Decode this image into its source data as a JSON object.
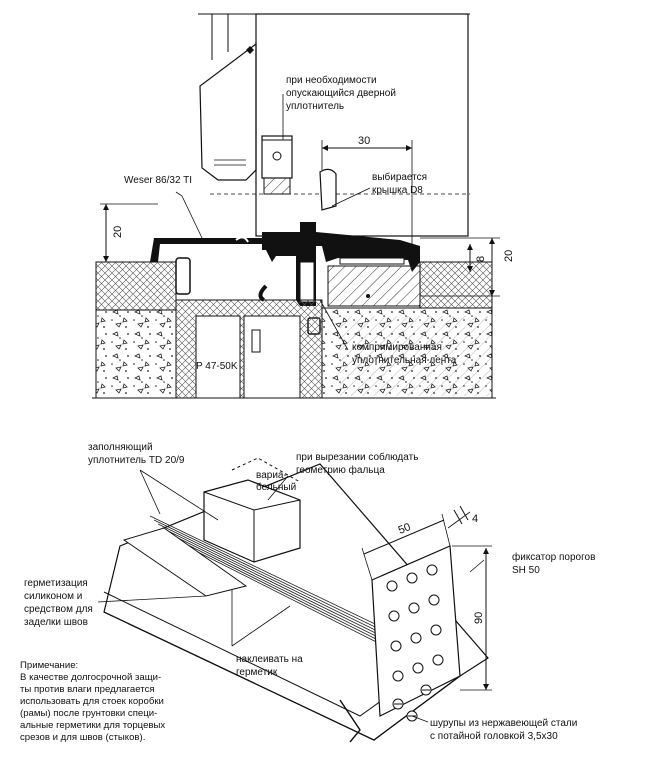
{
  "top_section": {
    "label_drop_seal": [
      "при необходимости",
      "опускающийся дверной",
      "уплотнитель"
    ],
    "label_profile": "Weser 86/32 TI",
    "label_cover": [
      "выбирается",
      "крышка D8"
    ],
    "dim_30": "30",
    "dim_20_left": "20",
    "dim_20_right": "20",
    "dim_8": "8",
    "label_frame": "P 47-50K",
    "label_tape": [
      "компримированная",
      "уплотнительная лента"
    ]
  },
  "bottom_section": {
    "label_filler": [
      "заполняющий",
      "уплотнитель TD 20/9"
    ],
    "label_rebate": [
      "при вырезании соблюдать",
      "геометрию фальца"
    ],
    "label_variable": [
      "вариа-",
      "бельный"
    ],
    "dim_50": "50",
    "dim_4": "4",
    "dim_90": "90",
    "label_fixer": [
      "фиксатор порогов",
      "SH 50"
    ],
    "label_sealing": [
      "герметизация",
      "силиконом и",
      "средством для",
      "заделки швов"
    ],
    "label_glue": [
      "наклеивать на",
      "герметик"
    ],
    "note_lines": [
      "Примечание:",
      "В качестве долгосрочной защи-",
      "ты против влаги предлагается",
      "использовать для стоек коробки",
      "(рамы) после грунтовки специ-",
      "альные герметики для торцевых",
      "срезов и для швов (стыков)."
    ],
    "label_screws": [
      "шурупы из нержавеющей стали",
      "с потайной головкой 3,5x30"
    ]
  }
}
